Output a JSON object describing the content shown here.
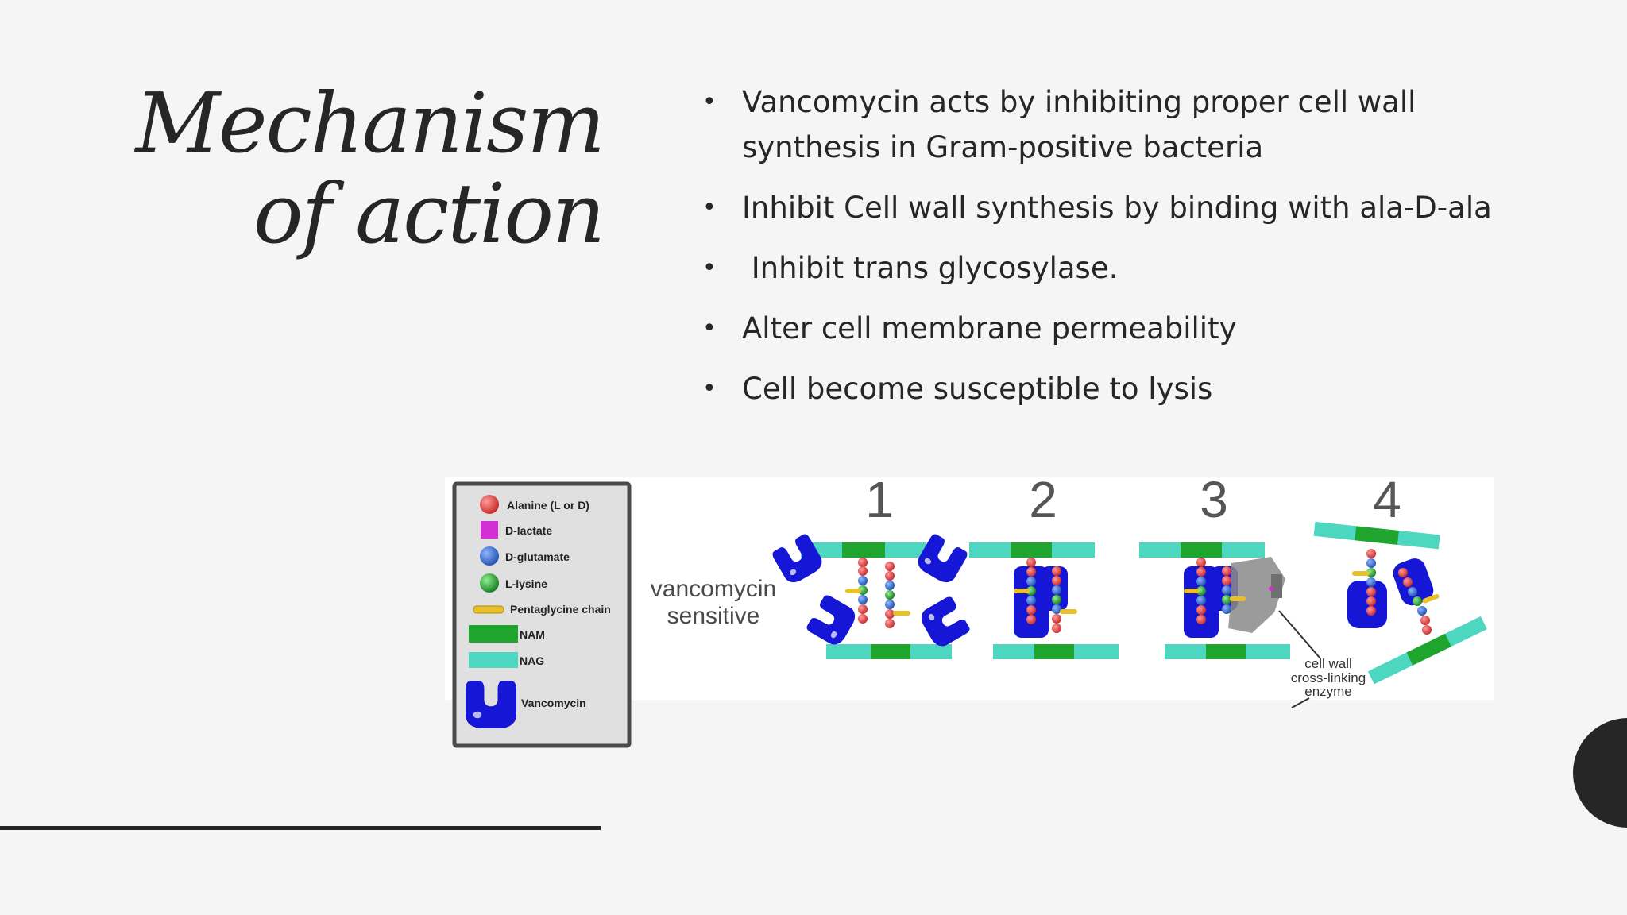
{
  "title": {
    "line1": "Mechanism",
    "line2": "of action"
  },
  "bullets": [
    "Vancomycin acts by inhibiting proper cell wall synthesis in Gram-positive bacteria",
    "Inhibit Cell wall synthesis by binding with ala-D-ala",
    " Inhibit trans glycosylase.",
    "Alter cell membrane permeability",
    "Cell become susceptible to lysis"
  ],
  "bullet_symbol": "•",
  "figure": {
    "legend": {
      "alanine": "Alanine (L or D)",
      "d_lactate": "D-lactate",
      "d_glutamate": "D-glutamate",
      "l_lysine": "L-lysine",
      "pentaglycine": "Pentaglycine chain",
      "nam": "NAM",
      "nag": "NAG",
      "vancomycin": "Vancomycin"
    },
    "label_line1": "vancomycin",
    "label_line2": "sensitive",
    "steps": [
      "1",
      "2",
      "3",
      "4"
    ],
    "enzyme_line1": "cell wall",
    "enzyme_line2": "cross-linking",
    "enzyme_line3": "enzyme",
    "colors": {
      "alanine": "#d63a3a",
      "d_lactate": "#d42fd4",
      "d_glutamate": "#2f64c8",
      "l_lysine": "#1f9a2a",
      "pentaglycine": "#e8c02a",
      "nam": "#1fa52e",
      "nag": "#4dd6c0",
      "vancomycin": "#1616d6",
      "enzyme": "#8a8a8a"
    }
  }
}
